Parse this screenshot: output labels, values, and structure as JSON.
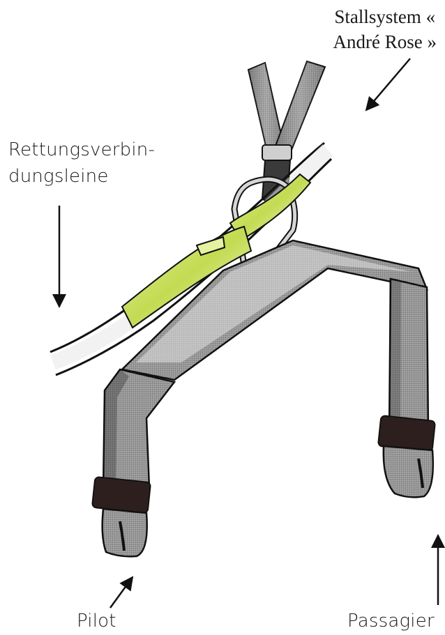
{
  "labels": {
    "stall_system_line1": "Stallsystem «",
    "stall_system_line2": "André Rose »",
    "rescue_line_line1": "Rettungsverbin-",
    "rescue_line_line2": "dungsleine",
    "pilot": "Pilot",
    "passenger": "Passagier"
  },
  "colors": {
    "webbing": "#8c8c8c",
    "webbing_light": "#d9d9d9",
    "webbing_dark": "#3a3a3a",
    "strap_band": "#2e1f1f",
    "rescue_line": "#c9e06a",
    "metal": "#cfcfcf",
    "outline": "#111111"
  }
}
